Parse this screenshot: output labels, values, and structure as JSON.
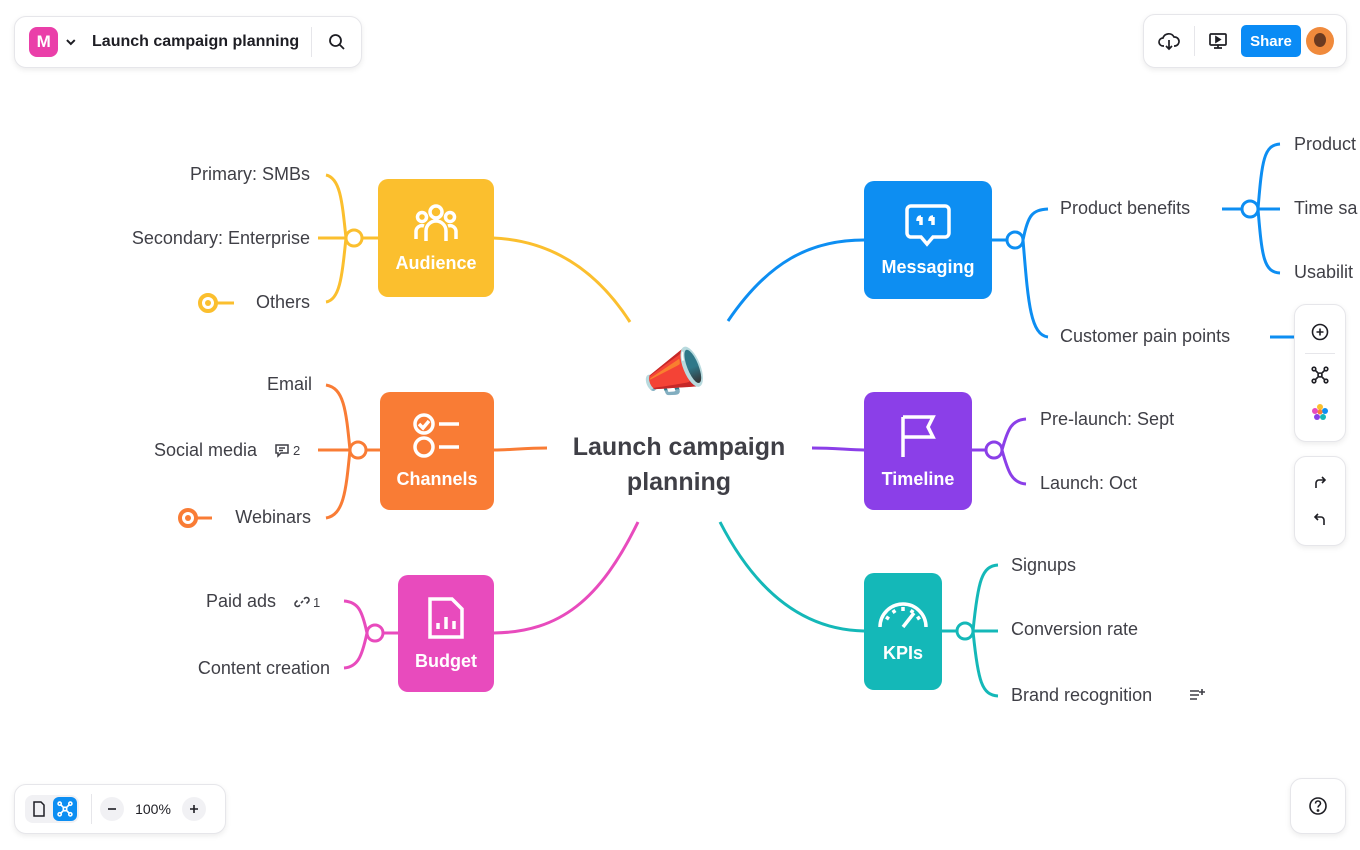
{
  "header": {
    "logo_letter": "M",
    "doc_title": "Launch campaign planning",
    "share_label": "Share"
  },
  "center": {
    "title": "Launch campaign planning",
    "title_line1": "Launch campaign",
    "title_line2": "planning",
    "emoji": "📣"
  },
  "branches": {
    "audience": {
      "label": "Audience",
      "color": "#fbbf2e",
      "icon": "people-icon",
      "items": [
        "Primary: SMBs",
        "Secondary: Enterprise",
        "Others"
      ]
    },
    "channels": {
      "label": "Channels",
      "color": "#f97c35",
      "icon": "checklist-icon",
      "items": [
        "Email",
        "Social media",
        "Webinars"
      ],
      "comment_count": "2"
    },
    "budget": {
      "label": "Budget",
      "color": "#e84bbd",
      "icon": "chart-file-icon",
      "items": [
        "Paid ads",
        "Content creation"
      ],
      "link_count": "1"
    },
    "messaging": {
      "label": "Messaging",
      "color": "#0d8ef2",
      "icon": "quote-icon",
      "items": [
        "Product benefits",
        "Customer pain points"
      ],
      "sub_items": [
        "Product",
        "Time sa",
        "Usabilit"
      ]
    },
    "timeline": {
      "label": "Timeline",
      "color": "#8b3fe8",
      "icon": "flag-icon",
      "items": [
        "Pre-launch: Sept",
        "Launch: Oct"
      ]
    },
    "kpis": {
      "label": "KPIs",
      "color": "#14b8b8",
      "icon": "gauge-icon",
      "items": [
        "Signups",
        "Conversion rate",
        "Brand recognition"
      ]
    }
  },
  "zoom": {
    "level": "100%"
  }
}
